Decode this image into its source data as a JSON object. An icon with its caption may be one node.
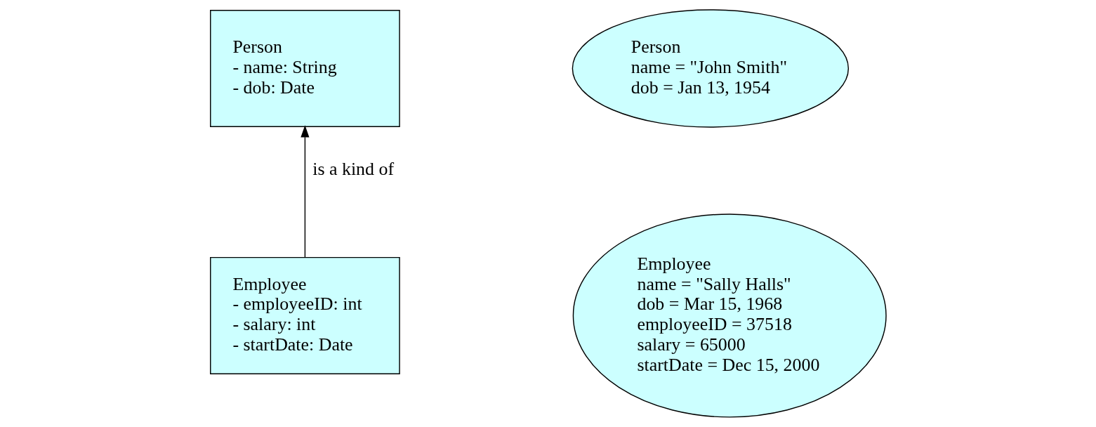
{
  "diagram": {
    "nodes": [
      {
        "text": [
          "Person",
          "- name: String",
          "- dob: Date"
        ]
      },
      {
        "text": [
          "Employee",
          "- employeeID: int",
          "- salary: int",
          "- startDate: Date"
        ]
      },
      {
        "text": [
          "Person",
          "name = \"John Smith\"",
          "dob = Jan 13, 1954"
        ]
      },
      {
        "text": [
          "Employee",
          "name = \"Sally Halls\"",
          "dob = Mar 15, 1968",
          "employeeID = 37518",
          "salary = 65000",
          "startDate = Dec 15, 2000"
        ]
      }
    ],
    "edges": [
      {
        "from": 1,
        "to": 0,
        "arrow": "to",
        "label": "is a kind of"
      }
    ]
  }
}
